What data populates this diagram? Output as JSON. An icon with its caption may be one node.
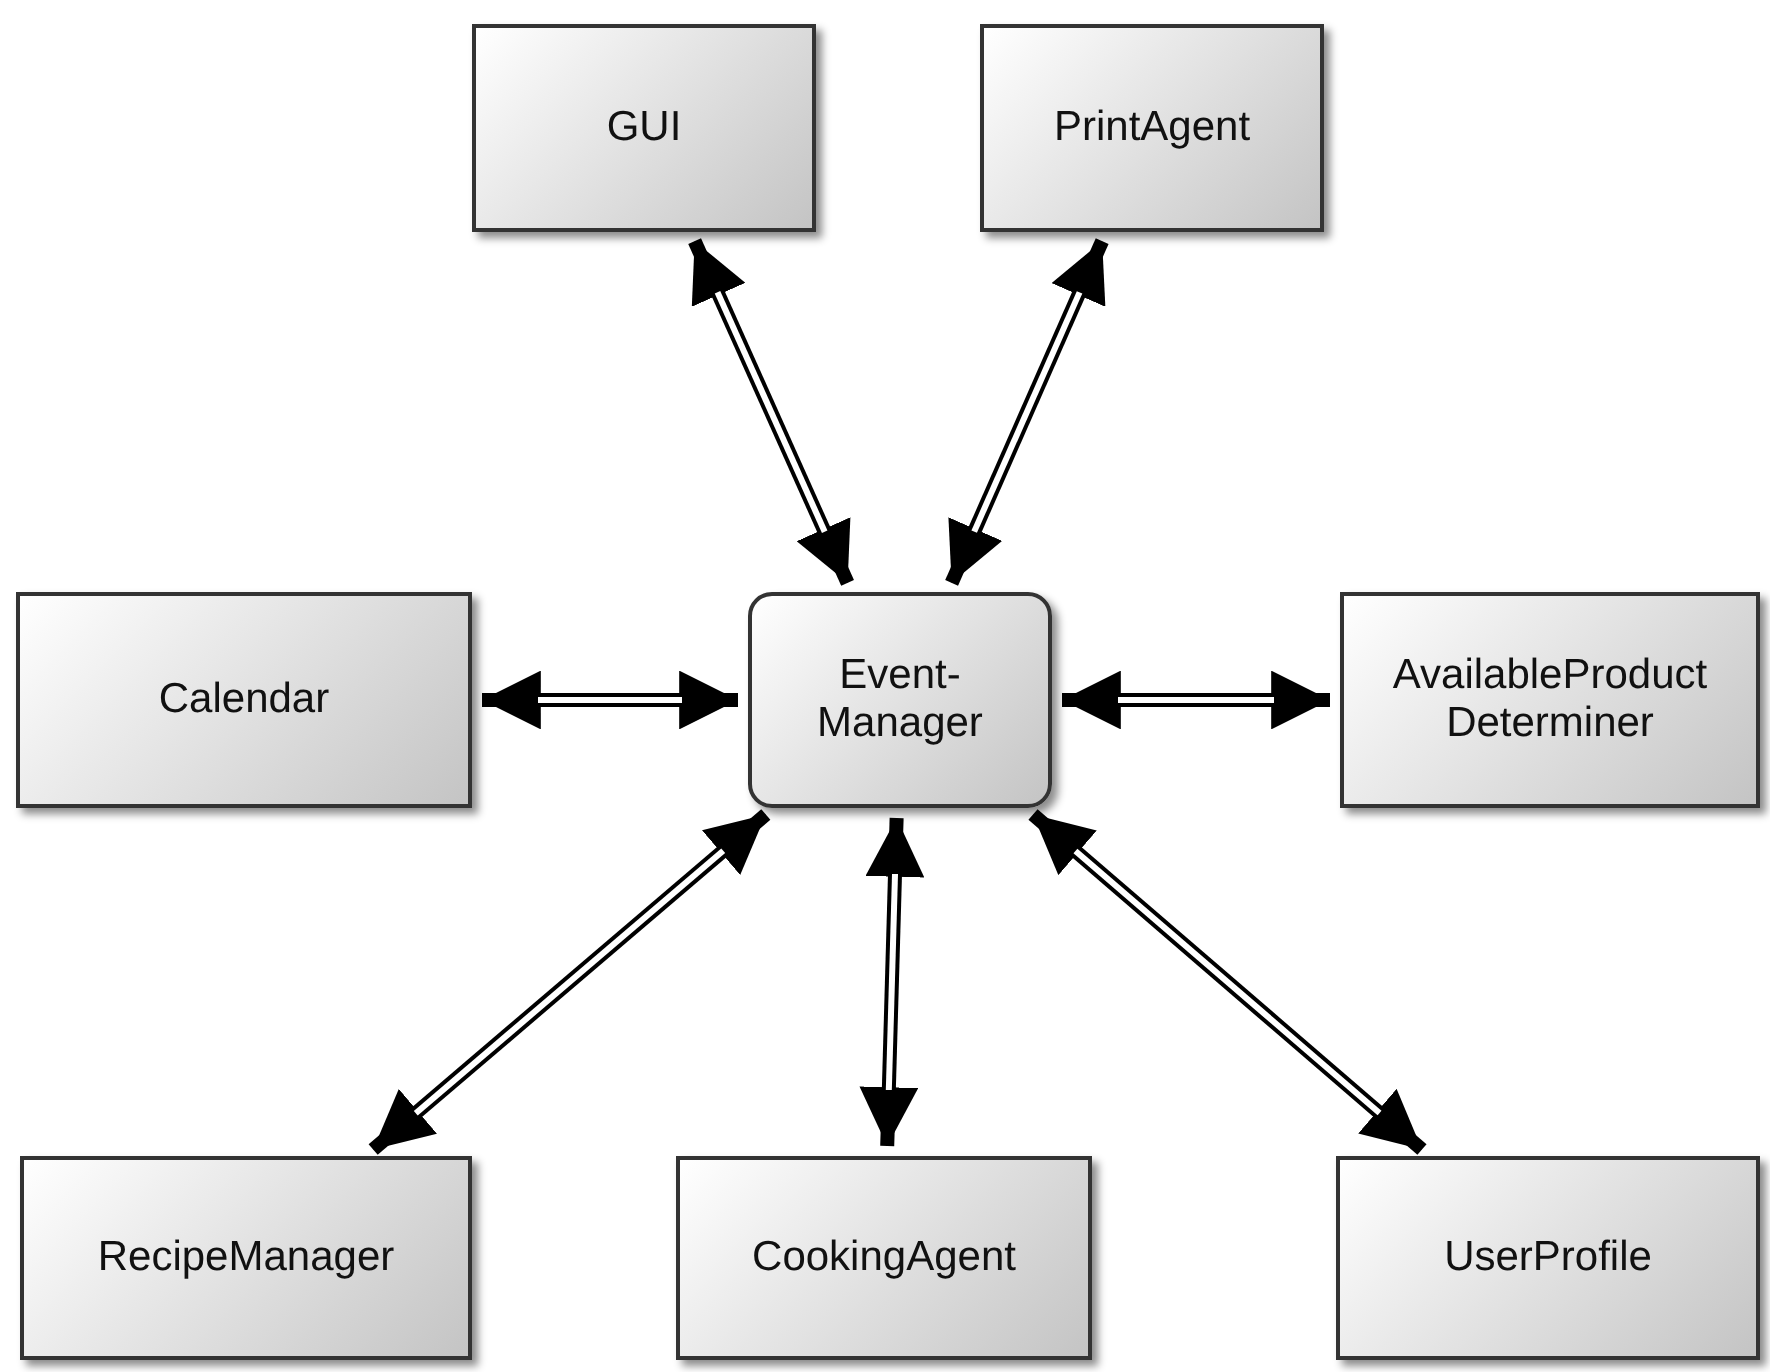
{
  "diagram": {
    "nodes": [
      {
        "text": [
          "GUI"
        ]
      },
      {
        "text": [
          "PrintAgent"
        ]
      },
      {
        "text": [
          "Calendar"
        ]
      },
      {
        "text": [
          "Event-Manager"
        ]
      },
      {
        "text": [
          "AvailableProduct Determiner"
        ]
      },
      {
        "text": [
          "RecipeManager"
        ]
      },
      {
        "text": [
          "CookingAgent"
        ]
      },
      {
        "text": [
          "UserProfile"
        ]
      }
    ],
    "edges": [
      {
        "from": 3,
        "to": 0,
        "arrow": "both"
      },
      {
        "from": 3,
        "to": 1,
        "arrow": "both"
      },
      {
        "from": 3,
        "to": 2,
        "arrow": "both"
      },
      {
        "from": 3,
        "to": 4,
        "arrow": "both"
      },
      {
        "from": 3,
        "to": 5,
        "arrow": "both"
      },
      {
        "from": 3,
        "to": 6,
        "arrow": "both"
      },
      {
        "from": 3,
        "to": 7,
        "arrow": "both"
      }
    ]
  }
}
